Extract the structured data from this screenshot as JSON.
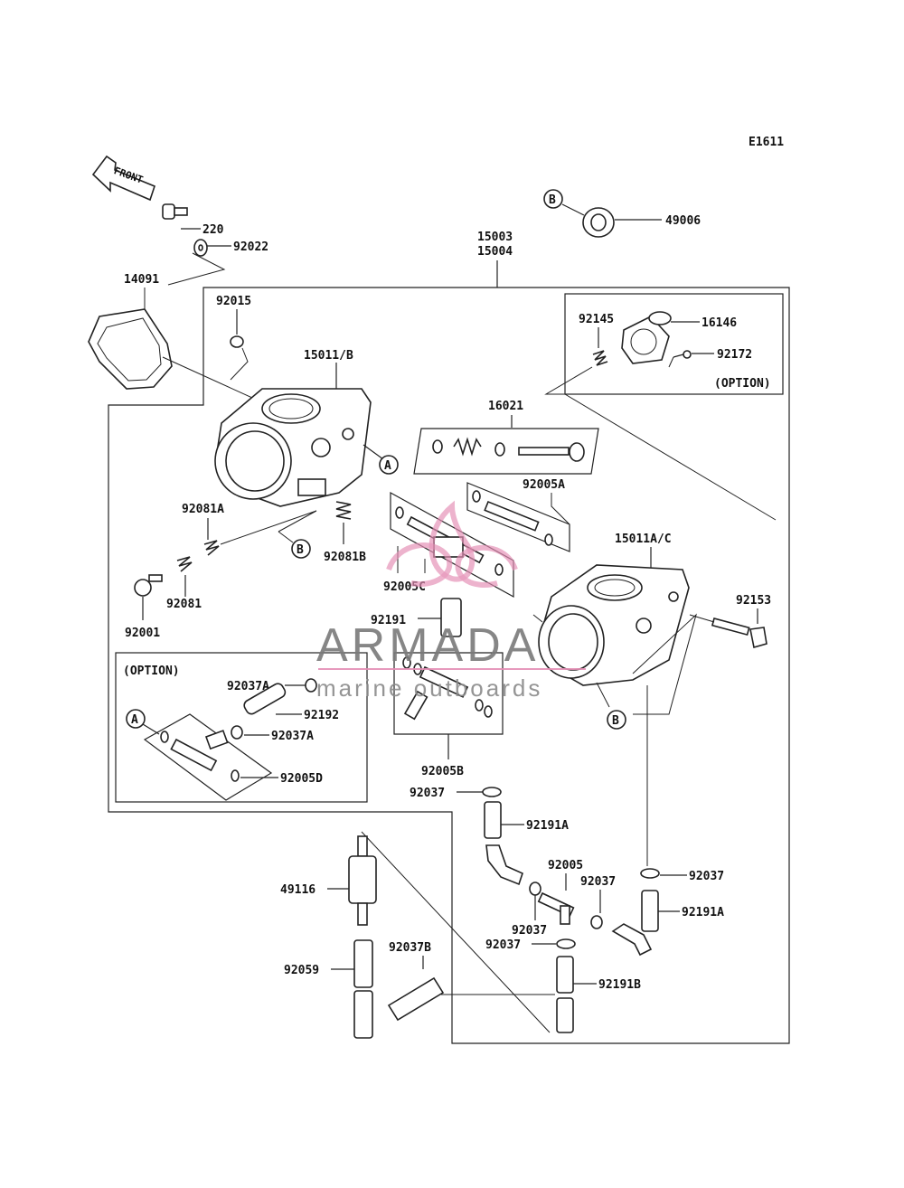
{
  "diagram_code": "E1611",
  "front_label": "FRONT",
  "option_label_top": "(OPTION)",
  "option_label_left": "(OPTION)",
  "callouts": {
    "a": "A",
    "b": "B"
  },
  "parts": {
    "p15003": "15003",
    "p15004": "15004",
    "p49006": "49006",
    "p220": "220",
    "p92022": "92022",
    "p14091": "14091",
    "p92015": "92015",
    "p15011b": "15011/B",
    "p92145": "92145",
    "p16146": "16146",
    "p92172": "92172",
    "p16021": "16021",
    "p92005a": "92005A",
    "p92081a": "92081A",
    "p92081b": "92081B",
    "p15011ac": "15011A/C",
    "p92081": "92081",
    "p92005c": "92005C",
    "p92153": "92153",
    "p92001": "92001",
    "p92191": "92191",
    "p92037a1": "92037A",
    "p92192": "92192",
    "p92037a2": "92037A",
    "p92005d": "92005D",
    "p92005b": "92005B",
    "p92037_1": "92037",
    "p92191a1": "92191A",
    "p92005": "92005",
    "p92037_2": "92037",
    "p92037_3": "92037",
    "p49116": "49116",
    "p92037_4": "92037",
    "p92191a2": "92191A",
    "p92037_5": "92037",
    "p92059": "92059",
    "p92037b": "92037B",
    "p92191b": "92191B"
  },
  "watermark": {
    "brand": "ARMADA",
    "tagline": "marine outboards",
    "logo_color": "#e58fb5"
  }
}
